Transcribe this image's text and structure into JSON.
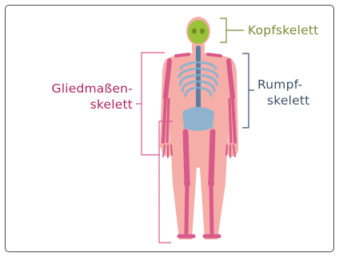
{
  "labels": {
    "head": "Kopfskelett",
    "trunk_line1": "Rumpf-",
    "trunk_line2": "skelett",
    "limbs_line1": "Gliedmaßen-",
    "limbs_line2": "skelett"
  },
  "colors": {
    "head": "#9cc23a",
    "trunk": "#8fb3cf",
    "limbs": "#d85a8a",
    "body": "#f5a9a3",
    "head_label": "#7a8a36",
    "trunk_label": "#3c5068",
    "limbs_label": "#b0265e"
  }
}
